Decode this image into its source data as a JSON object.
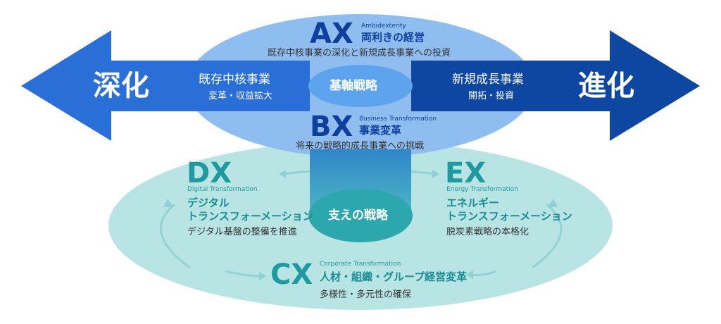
{
  "colors": {
    "arrow_left": "#2a6fd8",
    "arrow_right": "#0d47a1",
    "top_ellipse": "#8fbdf0",
    "bottom_ellipse": "#b6e3e3",
    "core_pill": "#5ea3ee",
    "support_circle": "#2ba7ad",
    "cx_teal": "#1f9aa0"
  },
  "left_arrow": {
    "label": "深化",
    "title": "既存中核事業",
    "subtitle": "変革・収益拡大"
  },
  "right_arrow": {
    "label": "進化",
    "title": "新規成長事業",
    "subtitle": "開拓・投資"
  },
  "core": {
    "label": "基軸戦略"
  },
  "ax": {
    "code": "AX",
    "en": "Ambidexterity",
    "jp": "両利きの経営",
    "desc": "既存中核事業の深化と新規成長事業への投資"
  },
  "bx": {
    "code": "BX",
    "en": "Business Transformation",
    "jp": "事業変革",
    "desc": "将来の戦略的成長事業への挑戦"
  },
  "support": {
    "label": "支えの戦略"
  },
  "dx": {
    "code": "DX",
    "en": "Digital Transformation",
    "jp_line1": "デジタル",
    "jp_line2": "トランスフォーメーション",
    "desc": "デジタル基盤の整備を推進"
  },
  "ex": {
    "code": "EX",
    "en": "Energy Transformation",
    "jp_line1": "エネルギー",
    "jp_line2": "トランスフォーメーション",
    "desc": "脱炭素戦略の本格化"
  },
  "cx": {
    "code": "CX",
    "en": "Corporate Transformation",
    "jp": "人材・組織・グループ経営変革",
    "desc": "多様性・多元性の確保"
  }
}
